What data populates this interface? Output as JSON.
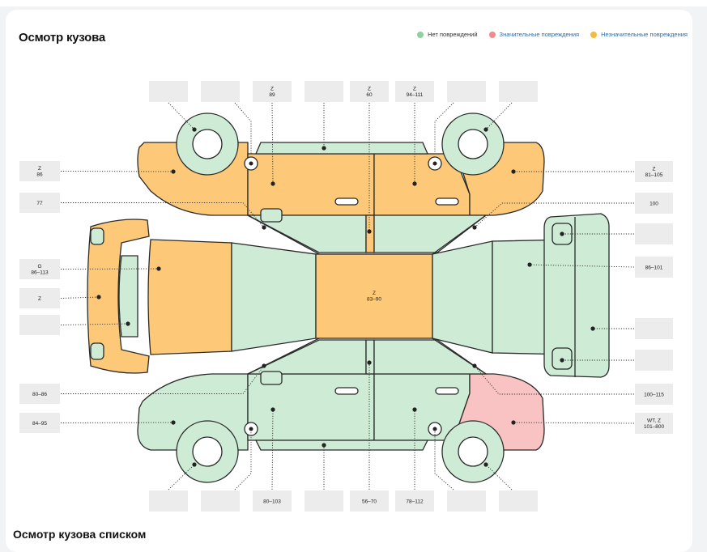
{
  "header": {
    "title": "Осмотр кузова"
  },
  "legend": [
    {
      "label": "Нет повреждений",
      "color": "#8fd19e",
      "text_color": "#333333"
    },
    {
      "label": "Значительные повреждения",
      "color": "#f28b8b",
      "text_color": "#2b6cb0"
    },
    {
      "label": "Незначительные повреждения",
      "color": "#f5b942",
      "text_color": "#2b6cb0"
    }
  ],
  "colors": {
    "green": "#cdebd5",
    "orange": "#fdc979",
    "red": "#f9c3c3",
    "outline": "#2a2a2a",
    "box": "#ececec"
  },
  "labels": {
    "top_row": [
      {
        "text": ""
      },
      {
        "text": ""
      },
      {
        "text": "Z\n89"
      },
      {
        "text": ""
      },
      {
        "text": "Z\n60"
      },
      {
        "text": "Z\n94–111"
      },
      {
        "text": ""
      },
      {
        "text": ""
      }
    ],
    "bottom_row": [
      {
        "text": ""
      },
      {
        "text": ""
      },
      {
        "text": "80–103"
      },
      {
        "text": ""
      },
      {
        "text": "56–70"
      },
      {
        "text": "78–112"
      },
      {
        "text": ""
      },
      {
        "text": ""
      }
    ],
    "left_col": [
      {
        "text": "Z\n86"
      },
      {
        "text": "77"
      },
      {
        "text": "G\n86–113"
      },
      {
        "text": "Z"
      },
      {
        "text": ""
      },
      {
        "text": "80–86"
      },
      {
        "text": "84–95"
      }
    ],
    "right_col": [
      {
        "text": "Z\n81–105"
      },
      {
        "text": "100"
      },
      {
        "text": ""
      },
      {
        "text": "86–101"
      },
      {
        "text": ""
      },
      {
        "text": ""
      },
      {
        "text": "100–115"
      },
      {
        "text": "WT, Z\n101–800"
      }
    ],
    "roof": {
      "text": "Z\n83–90"
    }
  },
  "footer": {
    "title": "Осмотр кузова списком"
  }
}
